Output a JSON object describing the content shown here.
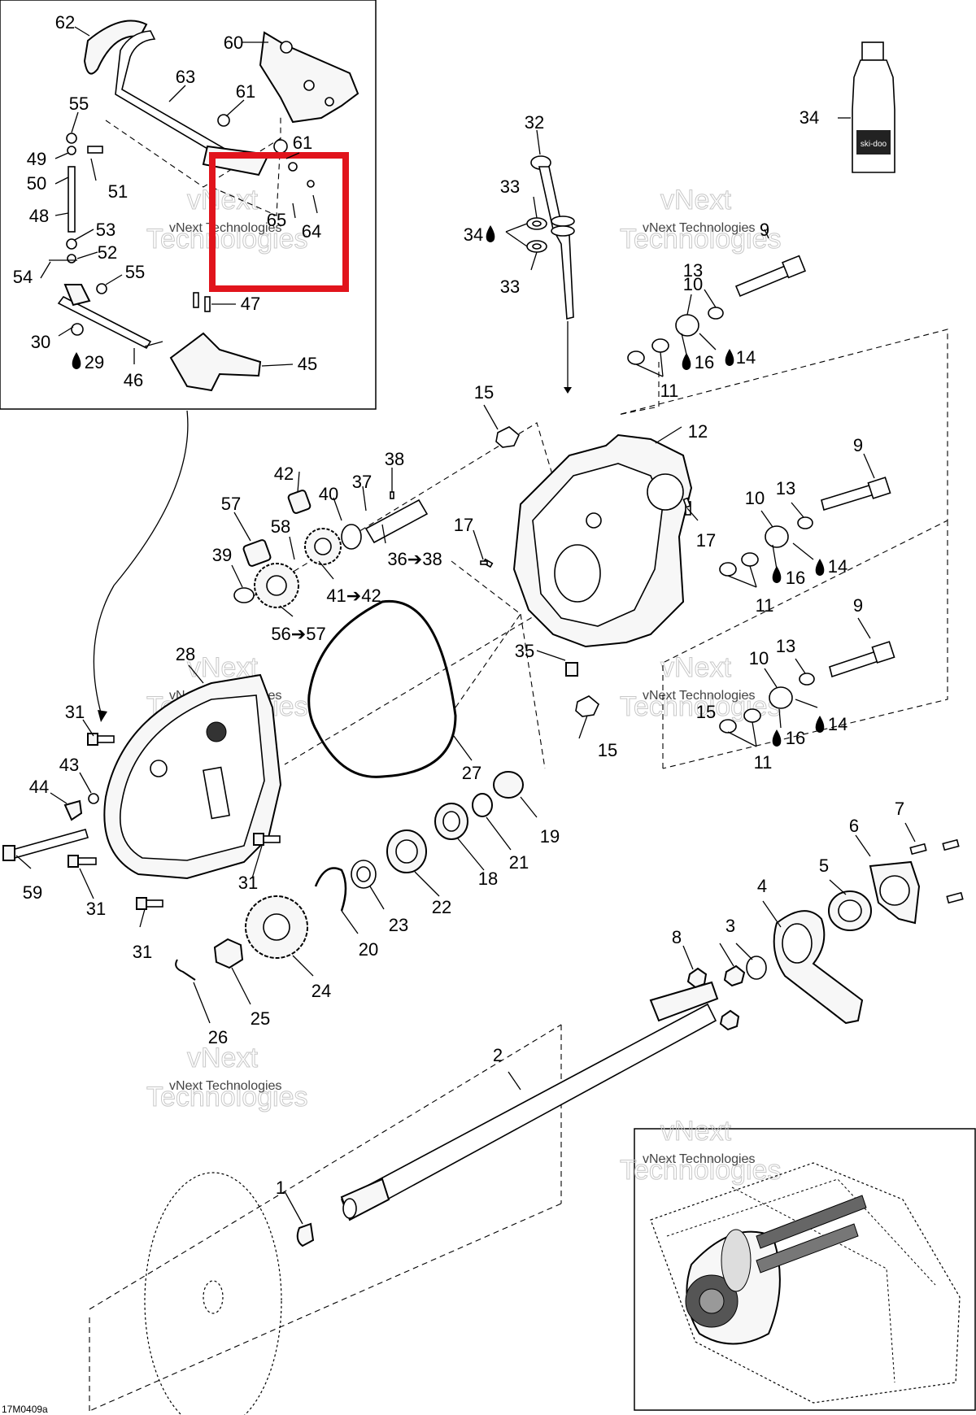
{
  "callouts": {
    "c1": "1",
    "c2": "2",
    "c3": "3",
    "c4": "4",
    "c5": "5",
    "c6": "6",
    "c7": "7",
    "c8": "8",
    "c9a": "9",
    "c9b": "9",
    "c9c": "9",
    "c10a": "10",
    "c10b": "10",
    "c10c": "10",
    "c11a": "11",
    "c11b": "11",
    "c11c": "11",
    "c12": "12",
    "c13a": "13",
    "c13b": "13",
    "c13c": "13",
    "c14a": "14",
    "c14b": "14",
    "c14c": "14",
    "c15a": "15",
    "c15b": "15",
    "c15c": "15",
    "c16a": "16",
    "c16b": "16",
    "c16c": "16",
    "c17a": "17",
    "c17b": "17",
    "c18": "18",
    "c19": "19",
    "c20": "20",
    "c21": "21",
    "c22": "22",
    "c23": "23",
    "c24": "24",
    "c25": "25",
    "c26": "26",
    "c27": "27",
    "c28": "28",
    "c29": "29",
    "c30": "30",
    "c31a": "31",
    "c31b": "31",
    "c31c": "31",
    "c31d": "31",
    "c32": "32",
    "c33a": "33",
    "c33b": "33",
    "c34a": "34",
    "c34b": "34",
    "c35": "35",
    "c36": "36➔38",
    "c37": "37",
    "c38": "38",
    "c39": "39",
    "c40": "40",
    "c41": "41➔42",
    "c42": "42",
    "c43": "43",
    "c44": "44",
    "c45": "45",
    "c46": "46",
    "c47": "47",
    "c48": "48",
    "c49": "49",
    "c50": "50",
    "c51": "51",
    "c52": "52",
    "c53": "53",
    "c54": "54",
    "c55a": "55",
    "c55b": "55",
    "c56": "56➔57",
    "c57": "57",
    "c58": "58",
    "c59": "59",
    "c60": "60",
    "c61a": "61",
    "c61b": "61",
    "c62": "62",
    "c63": "63",
    "c64": "64",
    "c65": "65"
  },
  "watermark": {
    "line1": "vNext Technologies",
    "line2": "vNext",
    "line3": "Technologies"
  },
  "figure_code": "17M0409a",
  "bottle_label": "ski-doo",
  "highlight_color": "#e1141c"
}
